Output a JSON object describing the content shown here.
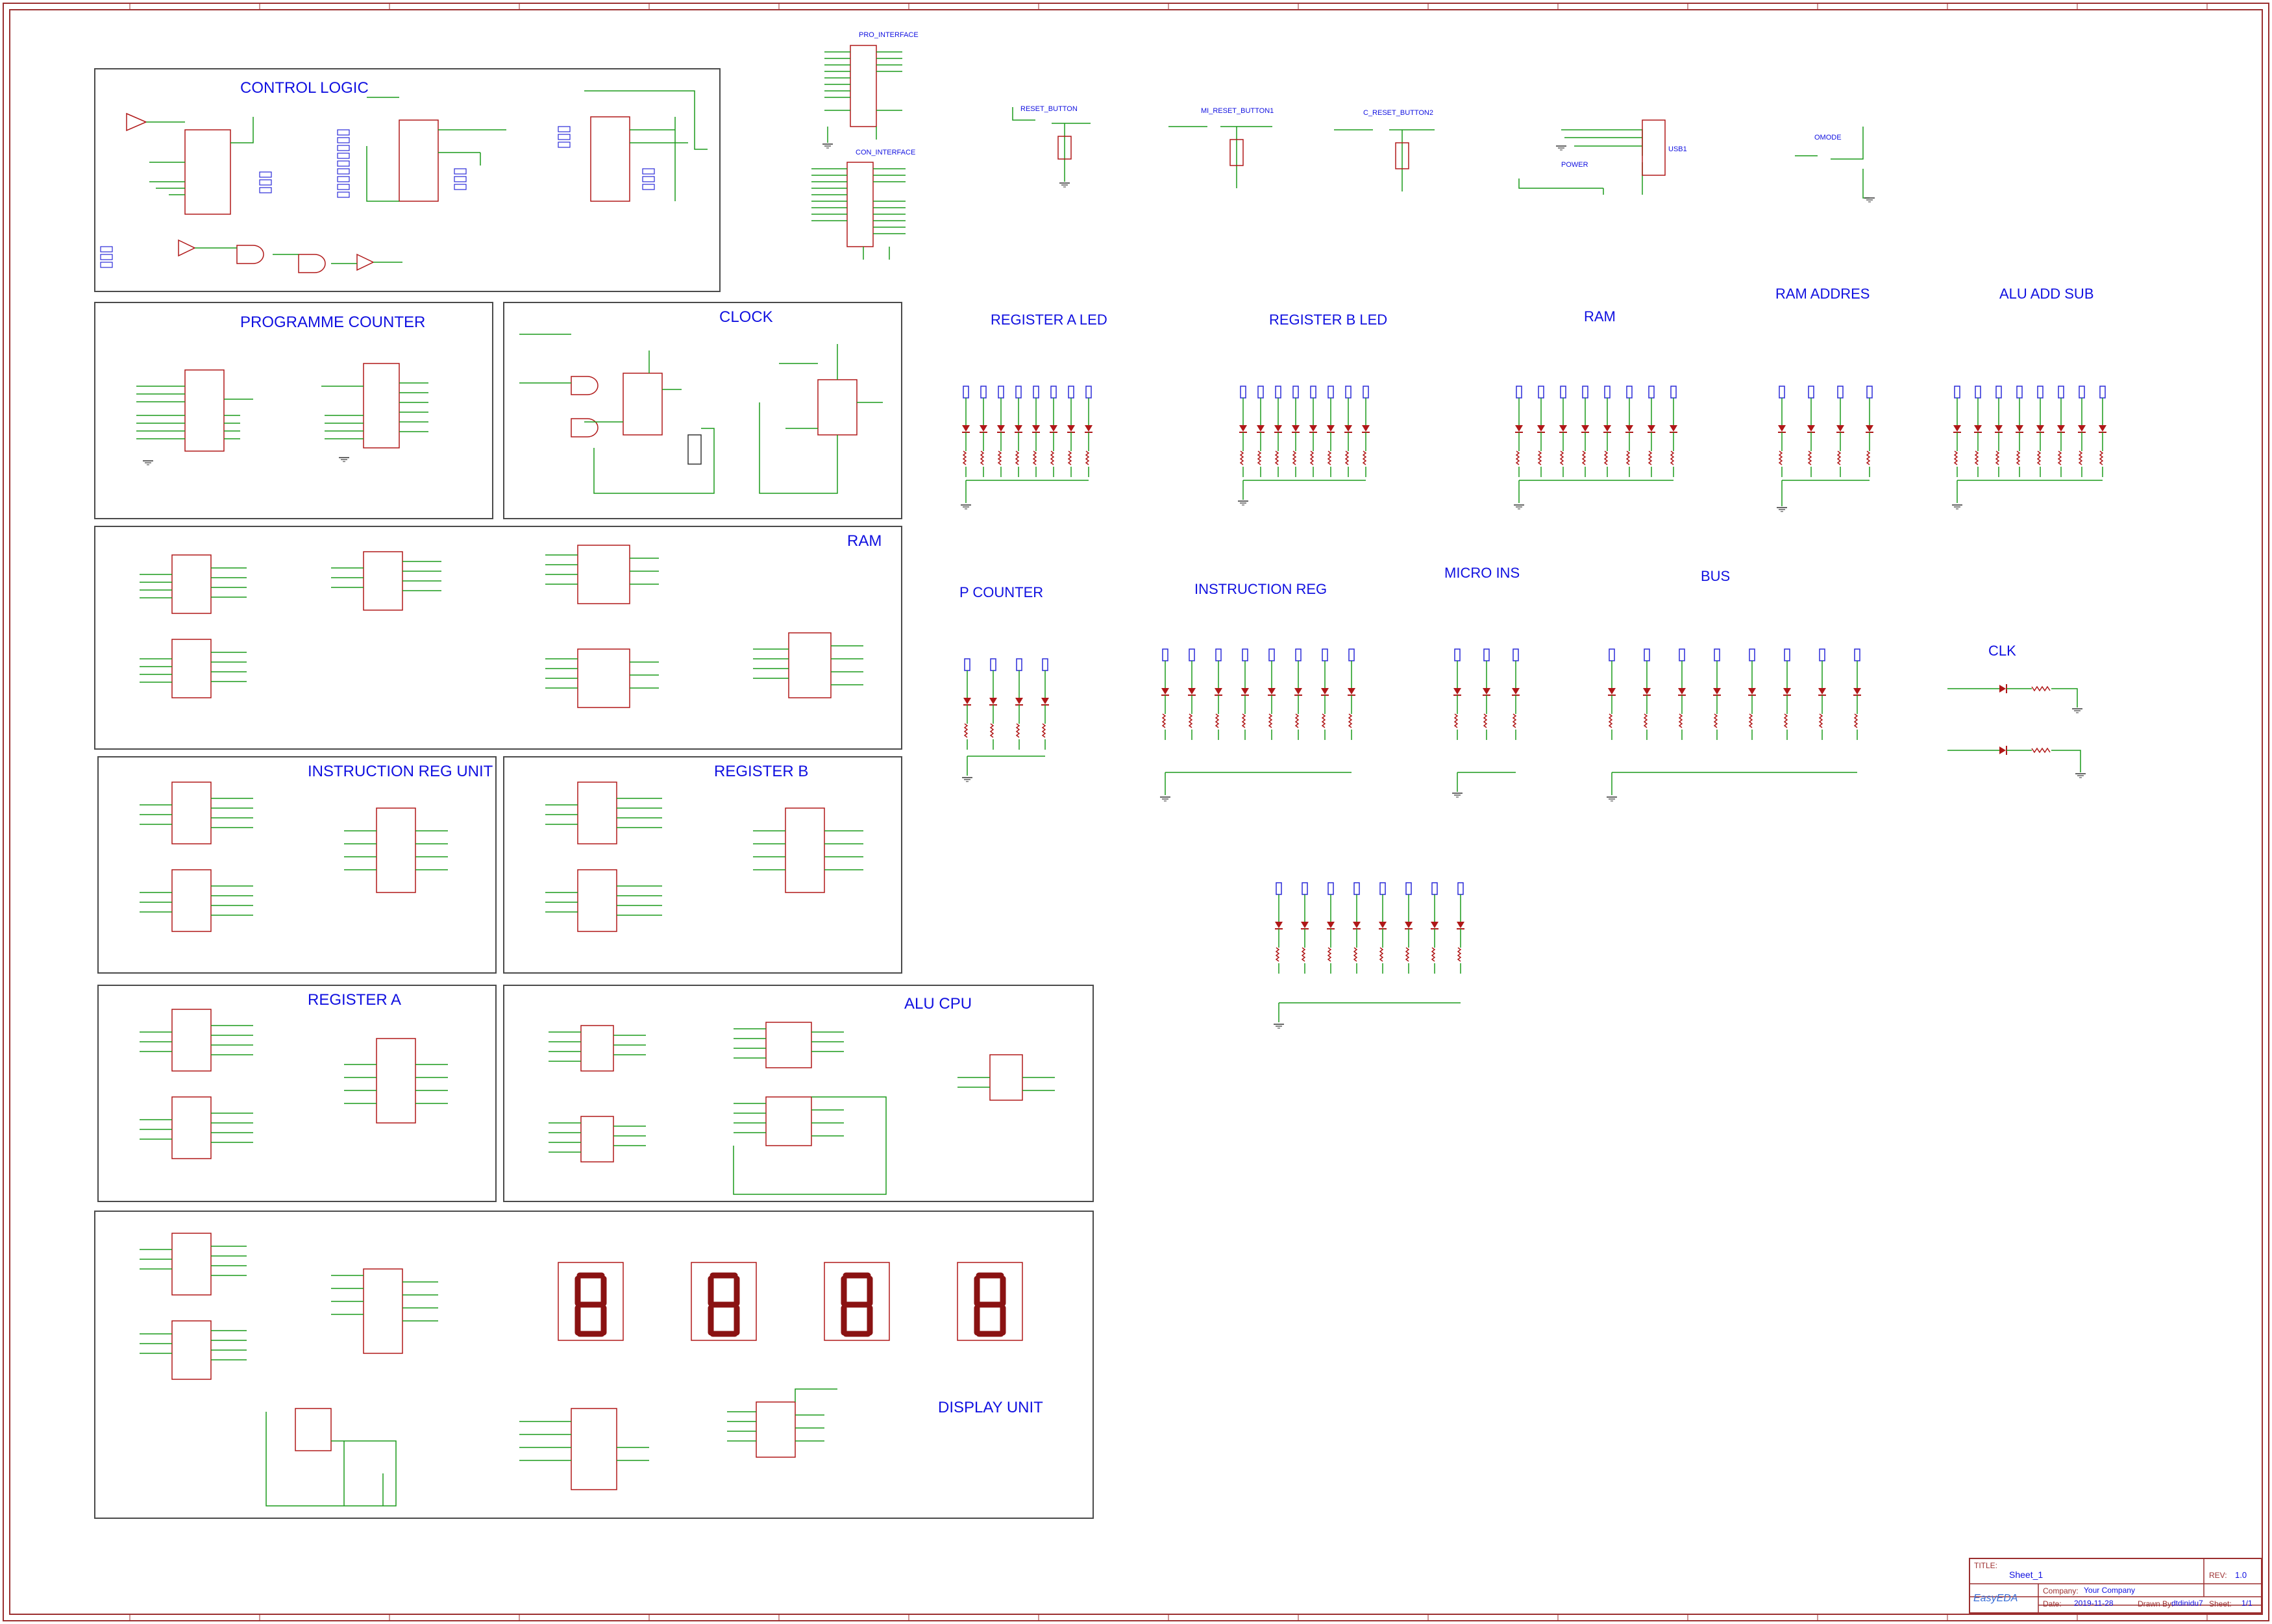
{
  "sections": {
    "control_logic": "CONTROL LOGIC",
    "programme_counter": "PROGRAMME COUNTER",
    "clock_block": "CLOCK",
    "ram_block": "RAM",
    "instruction_reg_unit": "INSTRUCTION REG UNIT",
    "register_b": "REGISTER B",
    "register_a": "REGISTER A",
    "alu_cpu": "ALU CPU",
    "display_unit": "DISPLAY UNIT"
  },
  "led_groups": {
    "register_a_led": "REGISTER A LED",
    "register_b_led": "REGISTER B LED",
    "ram": "RAM",
    "ram_addres": "RAM ADDRES",
    "alu_add_sub": "ALU ADD SUB",
    "p_counter": "P COUNTER",
    "instruction_reg": "INSTRUCTION REG",
    "micro_ins": "MICRO INS",
    "bus": "BUS",
    "clk": "CLK"
  },
  "top_parts": {
    "reset_button": "RESET_BUTTON",
    "mi_reset_button": "MI_RESET_BUTTON1",
    "c_reset_button": "C_RESET_BUTTON2",
    "power": "POWER",
    "omode": "OMODE",
    "usb": "USB1",
    "pro_interface": "PRO_INTERFACE",
    "con_interface": "CON_INTERFACE"
  },
  "title_block": {
    "title_label": "TITLE:",
    "title": "Sheet_1",
    "rev_label": "REV:",
    "rev": "1.0",
    "company_label": "Company:",
    "company": "Your Company",
    "sheet_label": "Sheet:",
    "sheet": "1/1",
    "date_label": "Date:",
    "date": "2019-11-28",
    "drawn_label": "Drawn By:",
    "drawn_by": "dtdinidu7",
    "logo": "EasyEDA"
  },
  "colors": {
    "frame": "#9b2f2f",
    "wire": "#1a9a1a",
    "label": "#1010e0",
    "part": "#b01818",
    "led": "#b01818",
    "block_border": "#4a4a4a"
  }
}
